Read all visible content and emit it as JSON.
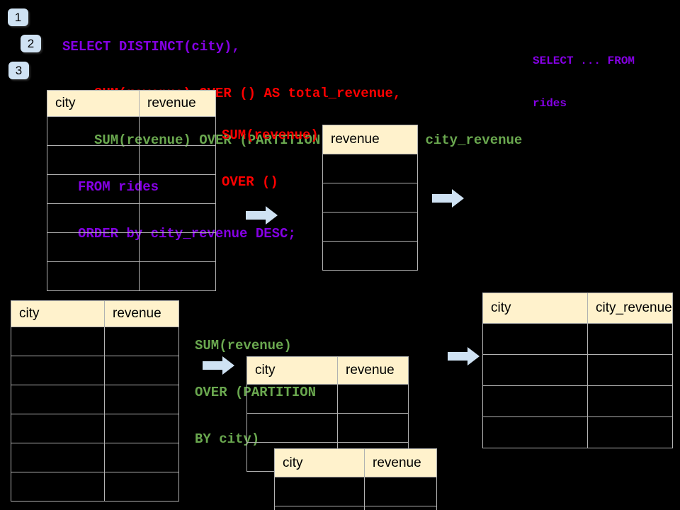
{
  "colors": {
    "purple": "#8500e5",
    "red": "#ff0000",
    "green": "#6aa84f",
    "table_header_bg": "#fff2cc",
    "table_border": "#b2b2b2",
    "arrow_blue": "#cfe2f3",
    "badge_blue": "#cfe2f3",
    "background": "#000000"
  },
  "badges": [
    "1",
    "2",
    "3"
  ],
  "code": {
    "lines": [
      {
        "text": "SELECT DISTINCT(city),",
        "color": "purple"
      },
      {
        "text": "SUM(revenue) OVER () AS total_revenue,",
        "color": "red"
      },
      {
        "text": "SUM(revenue) OVER (PARTITION BY city) as city_revenue",
        "color": "green"
      },
      {
        "text": "FROM rides",
        "color": "purple"
      },
      {
        "text": "ORDER by city_revenue DESC;",
        "color": "purple"
      }
    ],
    "side_note": {
      "lines": [
        "SELECT ... FROM",
        "rides"
      ],
      "color": "purple"
    }
  },
  "annotations": {
    "total_revenue": {
      "lines": [
        "SUM(revenue)",
        "OVER ()"
      ],
      "color": "red"
    },
    "city_revenue": {
      "lines": [
        "SUM(revenue)",
        "OVER (PARTITION",
        "BY city)"
      ],
      "color": "green"
    }
  },
  "tables": [
    {
      "name": "rides-source-top",
      "columns": [
        "city",
        "revenue"
      ],
      "visible_rows": 6
    },
    {
      "name": "total-revenue-result",
      "columns": [
        "revenue"
      ],
      "visible_rows": 4
    },
    {
      "name": "rides-source-bottom",
      "columns": [
        "city",
        "revenue"
      ],
      "visible_rows": 6
    },
    {
      "name": "partition-intermediate",
      "columns": [
        "city",
        "revenue"
      ],
      "visible_rows": 3
    },
    {
      "name": "partition-overlay",
      "columns": [
        "city",
        "revenue"
      ],
      "visible_rows": 2
    },
    {
      "name": "city-revenue-result",
      "columns": [
        "city",
        "city_revenue"
      ],
      "visible_rows": 4
    }
  ],
  "icons": {
    "arrow": "arrow-right-icon"
  }
}
